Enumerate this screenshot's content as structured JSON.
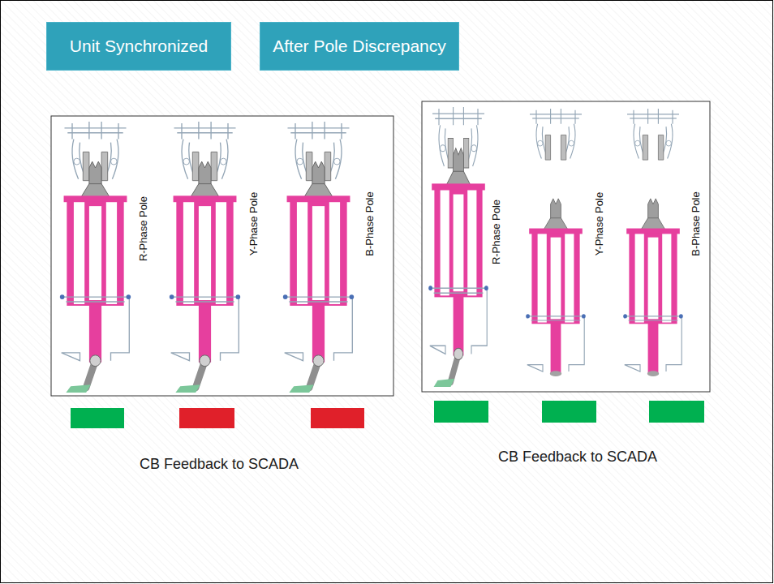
{
  "diagram": {
    "nodes": [
      {
        "text": [
          "Unit Synchronized"
        ]
      },
      {
        "text": [
          "After Pole Discrepancy"
        ]
      }
    ],
    "labels": [
      "R-Phase Pole",
      "Y-Phase Pole",
      "B-Phase Pole",
      "R-Phase Pole",
      "Y-Phase Pole",
      "B-Phase Pole",
      "CB Feedback to SCADA",
      "CB Feedback to SCADA"
    ]
  }
}
